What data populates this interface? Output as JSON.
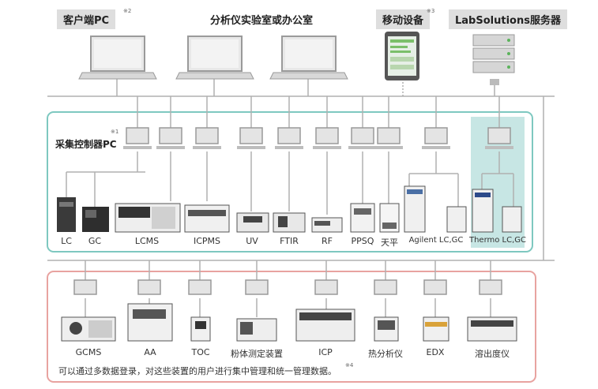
{
  "top": {
    "client_pc_label": "客户端PC",
    "client_pc_note": "※2",
    "lab_office_label": "分析仪实验室或办公室",
    "mobile_label": "移动设备",
    "mobile_note": "※3",
    "server_label": "LabSolutions服务器"
  },
  "acquisition": {
    "label": "采集控制器PC",
    "note": "※1",
    "devices": [
      "LC",
      "GC",
      "LCMS",
      "ICPMS",
      "UV",
      "FTIR",
      "RF",
      "PPSQ",
      "天平",
      "Agilent LC,GC",
      "Thermo LC,GC"
    ]
  },
  "remote": {
    "devices": [
      "GCMS",
      "AA",
      "TOC",
      "粉体测定装置",
      "ICP",
      "热分析仪",
      "EDX",
      "溶出度仪"
    ],
    "footnote": "可以通过多数据登录，对这些装置的用户进行集中管理和统一管理数据。",
    "footnote_mark": "※4"
  },
  "colors": {
    "acq_border": "#7ec8c0",
    "remote_border": "#e8a3a0",
    "thermo_bg": "#c7e6e4",
    "line": "#b0b0b0"
  }
}
